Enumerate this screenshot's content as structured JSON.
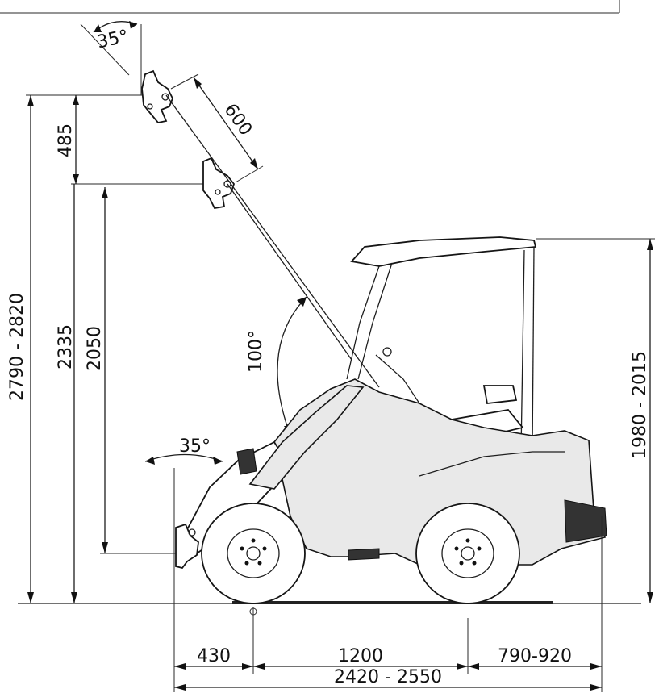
{
  "header": {
    "caption_fragment": "..."
  },
  "dimensions": {
    "tilt_top_angle": "35°",
    "lift_reach": "600",
    "lift_offset": "485",
    "total_height": "2790 - 2820",
    "max_pin_height": "2335",
    "pin_height": "2050",
    "boom_angle": "100°",
    "lower_tilt_angle": "35°",
    "cab_height": "1980 - 2015",
    "front_overhang": "430",
    "wheelbase": "1200",
    "rear_overhang": "790-920",
    "total_length": "2420 - 2550"
  }
}
